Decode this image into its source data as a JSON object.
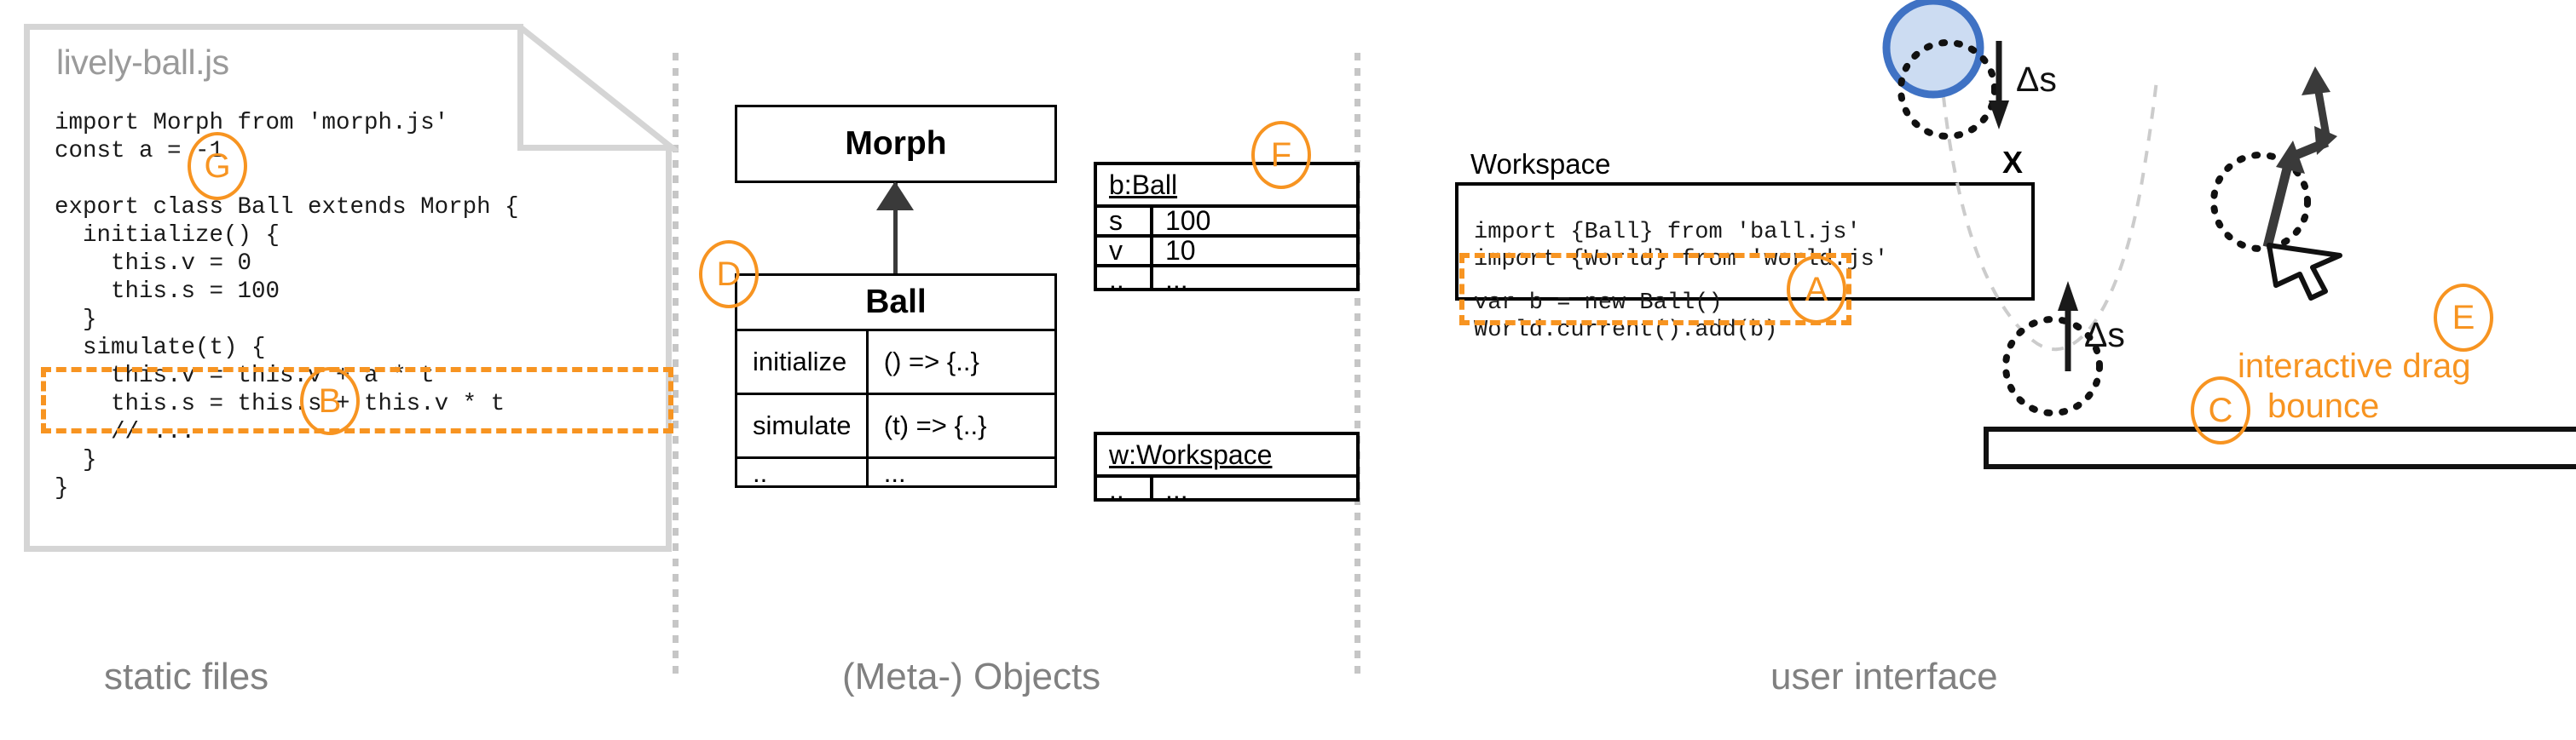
{
  "columns": [
    {
      "caption": "static files"
    },
    {
      "caption": "(Meta-) Objects"
    },
    {
      "caption": "user interface"
    }
  ],
  "file_card": {
    "title": "lively-ball.js",
    "code_top": "import Morph from 'morph.js'\nconst a = -1\n\nexport class Ball extends Morph {\n  initialize() {\n    this.v = 0\n    this.s = 100\n  }\n  simulate(t) {\n    this.v = this.v + a * t\n    this.s = this.s + this.v * t\n    // ...\n  }\n}",
    "badge_g": "G",
    "badge_b": "B"
  },
  "uml": {
    "superclass": {
      "name": "Morph"
    },
    "subclass": {
      "name": "Ball",
      "rows": [
        {
          "member": "initialize",
          "value": "() => {..}"
        },
        {
          "member": "simulate",
          "value": "(t) => {..}"
        },
        {
          "member": "..",
          "value": "..."
        }
      ]
    },
    "badge_d": "D"
  },
  "objects": [
    {
      "header": "b:Ball",
      "badge": "F",
      "rows": [
        {
          "key": "s",
          "value": "100"
        },
        {
          "key": "v",
          "value": "10"
        },
        {
          "key": "..",
          "value": "..."
        }
      ]
    },
    {
      "header": "w:Workspace",
      "rows": [
        {
          "key": "..",
          "value": "..."
        }
      ]
    }
  ],
  "workspace": {
    "title": "Workspace",
    "close_label": "X",
    "code_imports": "import {Ball} from 'ball.js'\nimport {World} from 'world.js'",
    "code_selected": "var b = new Ball()\nWorld.current().add(b)",
    "badge_a": "A"
  },
  "illustration": {
    "delta_label_fall": "Δs",
    "delta_label_bounce": "Δs",
    "badge_c": "C",
    "label_c": "bounce",
    "badge_e": "E",
    "label_e": "interactive drag",
    "ball_fill": "#ccdcf2",
    "ball_stroke": "#3f72c4",
    "accent": "#f79421"
  }
}
